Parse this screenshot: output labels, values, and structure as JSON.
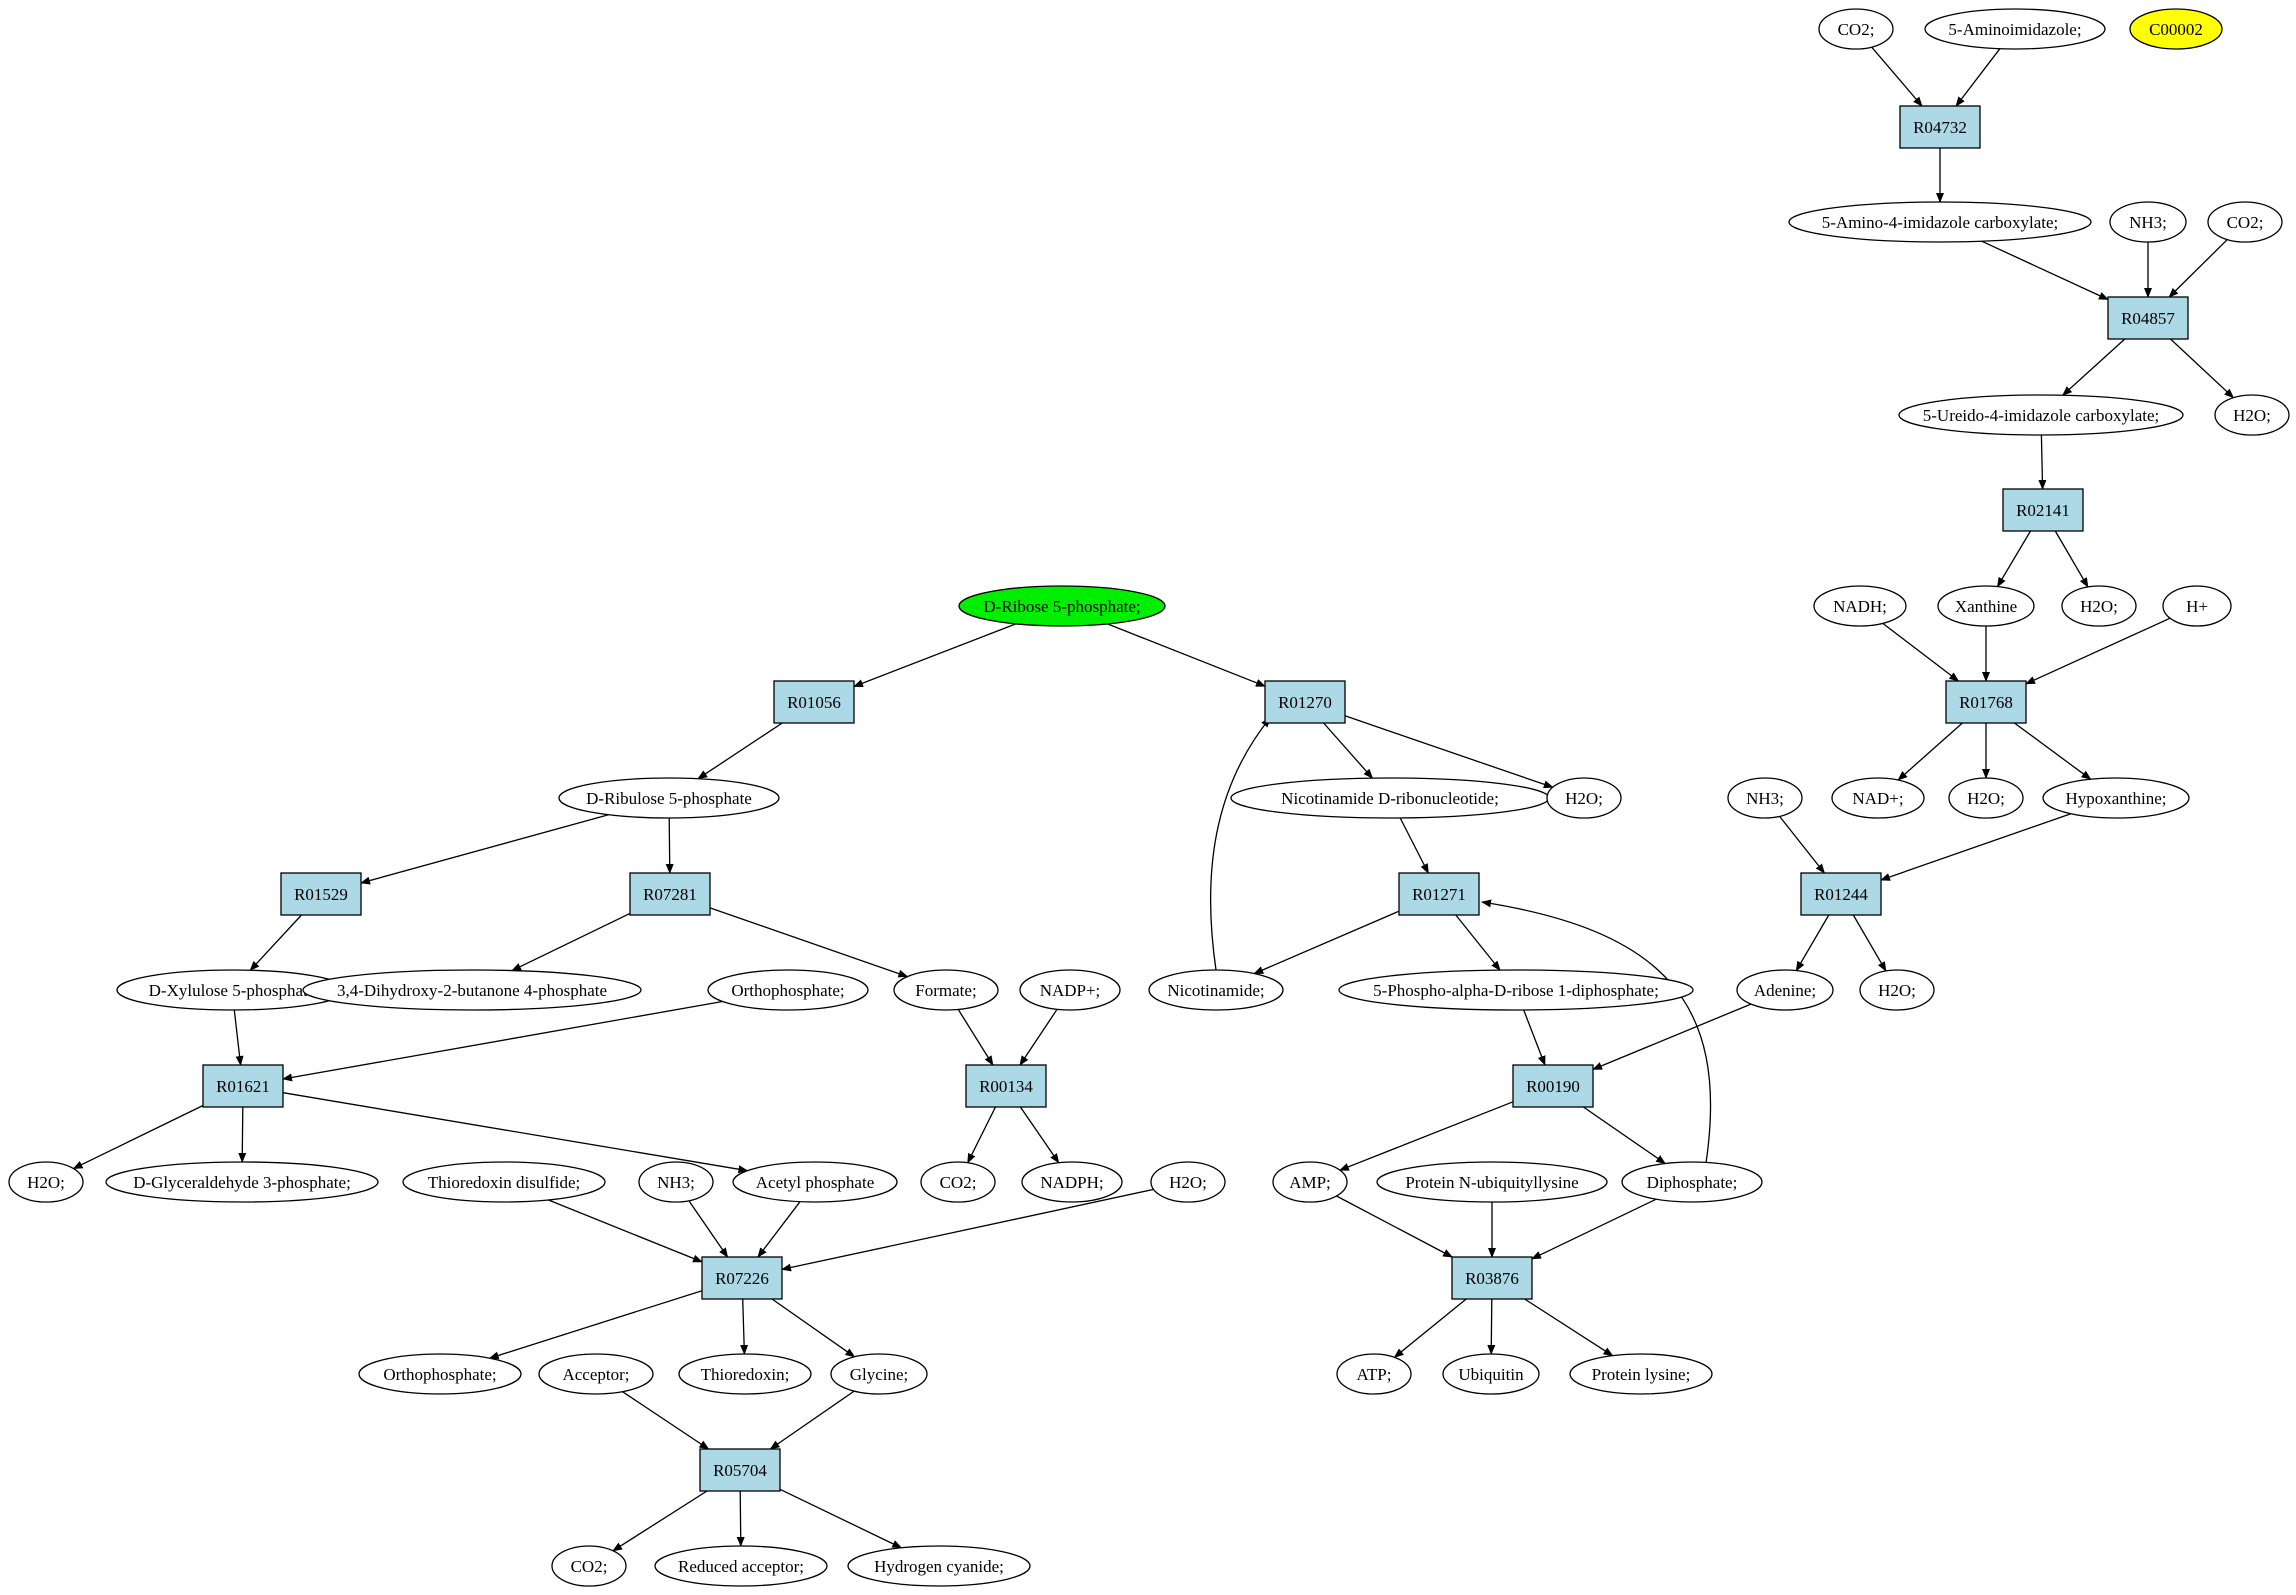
{
  "colors": {
    "reaction_fill": "#add8e6",
    "compound_fill": "#ffffff",
    "source_fill": "#00ee00",
    "target_fill": "#ffff00",
    "stroke": "#000000"
  },
  "nodes": [
    {
      "id": "co2_a",
      "label": "CO2;",
      "kind": "compound"
    },
    {
      "id": "aminoimidazole",
      "label": "5-Aminoimidazole;",
      "kind": "compound"
    },
    {
      "id": "c00002",
      "label": "C00002",
      "kind": "target"
    },
    {
      "id": "r04732",
      "label": "R04732",
      "kind": "reaction"
    },
    {
      "id": "amino_carbox",
      "label": "5-Amino-4-imidazole carboxylate;",
      "kind": "compound"
    },
    {
      "id": "nh3_a",
      "label": "NH3;",
      "kind": "compound"
    },
    {
      "id": "co2_b",
      "label": "CO2;",
      "kind": "compound"
    },
    {
      "id": "r04857",
      "label": "R04857",
      "kind": "reaction"
    },
    {
      "id": "ureido_carbox",
      "label": "5-Ureido-4-imidazole carboxylate;",
      "kind": "compound"
    },
    {
      "id": "h2o_a",
      "label": "H2O;",
      "kind": "compound"
    },
    {
      "id": "r02141",
      "label": "R02141",
      "kind": "reaction"
    },
    {
      "id": "nadh",
      "label": "NADH;",
      "kind": "compound"
    },
    {
      "id": "xanthine",
      "label": "Xanthine",
      "kind": "compound"
    },
    {
      "id": "h2o_b",
      "label": "H2O;",
      "kind": "compound"
    },
    {
      "id": "hplus",
      "label": "H+",
      "kind": "compound"
    },
    {
      "id": "r01768",
      "label": "R01768",
      "kind": "reaction"
    },
    {
      "id": "nadplus",
      "label": "NAD+;",
      "kind": "compound"
    },
    {
      "id": "h2o_c",
      "label": "H2O;",
      "kind": "compound"
    },
    {
      "id": "hypoxanthine",
      "label": "Hypoxanthine;",
      "kind": "compound"
    },
    {
      "id": "nh3_b",
      "label": "NH3;",
      "kind": "compound"
    },
    {
      "id": "r01244",
      "label": "R01244",
      "kind": "reaction"
    },
    {
      "id": "adenine",
      "label": "Adenine;",
      "kind": "compound"
    },
    {
      "id": "h2o_d",
      "label": "H2O;",
      "kind": "compound"
    },
    {
      "id": "ribose5p",
      "label": "D-Ribose 5-phosphate;",
      "kind": "source"
    },
    {
      "id": "r01056",
      "label": "R01056",
      "kind": "reaction"
    },
    {
      "id": "r01270",
      "label": "R01270",
      "kind": "reaction"
    },
    {
      "id": "ribulose5p",
      "label": "D-Ribulose 5-phosphate",
      "kind": "compound"
    },
    {
      "id": "nmn",
      "label": "Nicotinamide D-ribonucleotide;",
      "kind": "compound"
    },
    {
      "id": "h2o_e",
      "label": "H2O;",
      "kind": "compound"
    },
    {
      "id": "r01529",
      "label": "R01529",
      "kind": "reaction"
    },
    {
      "id": "r07281",
      "label": "R07281",
      "kind": "reaction"
    },
    {
      "id": "r01271",
      "label": "R01271",
      "kind": "reaction"
    },
    {
      "id": "xylulose5p",
      "label": "D-Xylulose 5-phosphate",
      "kind": "compound"
    },
    {
      "id": "dhbp",
      "label": "3,4-Dihydroxy-2-butanone 4-phosphate",
      "kind": "compound"
    },
    {
      "id": "orthophosphate_a",
      "label": "Orthophosphate;",
      "kind": "compound"
    },
    {
      "id": "formate",
      "label": "Formate;",
      "kind": "compound"
    },
    {
      "id": "nadpplus",
      "label": "NADP+;",
      "kind": "compound"
    },
    {
      "id": "nicotinamide",
      "label": "Nicotinamide;",
      "kind": "compound"
    },
    {
      "id": "prpp",
      "label": "5-Phospho-alpha-D-ribose 1-diphosphate;",
      "kind": "compound"
    },
    {
      "id": "r01621",
      "label": "R01621",
      "kind": "reaction"
    },
    {
      "id": "r00134",
      "label": "R00134",
      "kind": "reaction"
    },
    {
      "id": "r00190",
      "label": "R00190",
      "kind": "reaction"
    },
    {
      "id": "h2o_f",
      "label": "H2O;",
      "kind": "compound"
    },
    {
      "id": "g3p",
      "label": "D-Glyceraldehyde 3-phosphate;",
      "kind": "compound"
    },
    {
      "id": "thioredoxin_disulfide",
      "label": "Thioredoxin disulfide;",
      "kind": "compound"
    },
    {
      "id": "nh3_c",
      "label": "NH3;",
      "kind": "compound"
    },
    {
      "id": "acetyl_phosphate",
      "label": "Acetyl phosphate",
      "kind": "compound"
    },
    {
      "id": "co2_c",
      "label": "CO2;",
      "kind": "compound"
    },
    {
      "id": "nadph",
      "label": "NADPH;",
      "kind": "compound"
    },
    {
      "id": "h2o_g",
      "label": "H2O;",
      "kind": "compound"
    },
    {
      "id": "amp",
      "label": "AMP;",
      "kind": "compound"
    },
    {
      "id": "protein_ub_lys",
      "label": "Protein N-ubiquityllysine",
      "kind": "compound"
    },
    {
      "id": "diphosphate",
      "label": "Diphosphate;",
      "kind": "compound"
    },
    {
      "id": "r07226",
      "label": "R07226",
      "kind": "reaction"
    },
    {
      "id": "r03876",
      "label": "R03876",
      "kind": "reaction"
    },
    {
      "id": "orthophosphate_b",
      "label": "Orthophosphate;",
      "kind": "compound"
    },
    {
      "id": "acceptor",
      "label": "Acceptor;",
      "kind": "compound"
    },
    {
      "id": "thioredoxin",
      "label": "Thioredoxin;",
      "kind": "compound"
    },
    {
      "id": "glycine",
      "label": "Glycine;",
      "kind": "compound"
    },
    {
      "id": "atp",
      "label": "ATP;",
      "kind": "compound"
    },
    {
      "id": "ubiquitin",
      "label": "Ubiquitin",
      "kind": "compound"
    },
    {
      "id": "protein_lysine",
      "label": "Protein lysine;",
      "kind": "compound"
    },
    {
      "id": "r05704",
      "label": "R05704",
      "kind": "reaction"
    },
    {
      "id": "co2_d",
      "label": "CO2;",
      "kind": "compound"
    },
    {
      "id": "reduced_acceptor",
      "label": "Reduced acceptor;",
      "kind": "compound"
    },
    {
      "id": "hcn",
      "label": "Hydrogen cyanide;",
      "kind": "compound"
    }
  ],
  "edges": [
    [
      "co2_a",
      "r04732"
    ],
    [
      "aminoimidazole",
      "r04732"
    ],
    [
      "r04732",
      "amino_carbox"
    ],
    [
      "amino_carbox",
      "r04857"
    ],
    [
      "nh3_a",
      "r04857"
    ],
    [
      "co2_b",
      "r04857"
    ],
    [
      "r04857",
      "ureido_carbox"
    ],
    [
      "r04857",
      "h2o_a"
    ],
    [
      "ureido_carbox",
      "r02141"
    ],
    [
      "r02141",
      "xanthine"
    ],
    [
      "r02141",
      "h2o_b"
    ],
    [
      "nadh",
      "r01768"
    ],
    [
      "xanthine",
      "r01768"
    ],
    [
      "hplus",
      "r01768"
    ],
    [
      "r01768",
      "nadplus"
    ],
    [
      "r01768",
      "h2o_c"
    ],
    [
      "r01768",
      "hypoxanthine"
    ],
    [
      "nh3_b",
      "r01244"
    ],
    [
      "hypoxanthine",
      "r01244"
    ],
    [
      "r01244",
      "adenine"
    ],
    [
      "r01244",
      "h2o_d"
    ],
    [
      "ribose5p",
      "r01056"
    ],
    [
      "ribose5p",
      "r01270"
    ],
    [
      "r01056",
      "ribulose5p"
    ],
    [
      "r01270",
      "nmn"
    ],
    [
      "r01270",
      "h2o_e"
    ],
    [
      "nicotinamide",
      "r01270"
    ],
    [
      "ribulose5p",
      "r01529"
    ],
    [
      "ribulose5p",
      "r07281"
    ],
    [
      "nmn",
      "r01271"
    ],
    [
      "diphosphate",
      "r01271"
    ],
    [
      "r01529",
      "xylulose5p"
    ],
    [
      "r07281",
      "dhbp"
    ],
    [
      "r07281",
      "formate"
    ],
    [
      "r01271",
      "nicotinamide"
    ],
    [
      "r01271",
      "prpp"
    ],
    [
      "xylulose5p",
      "r01621"
    ],
    [
      "orthophosphate_a",
      "r01621"
    ],
    [
      "formate",
      "r00134"
    ],
    [
      "nadpplus",
      "r00134"
    ],
    [
      "prpp",
      "r00190"
    ],
    [
      "adenine",
      "r00190"
    ],
    [
      "r01621",
      "h2o_f"
    ],
    [
      "r01621",
      "g3p"
    ],
    [
      "r01621",
      "acetyl_phosphate"
    ],
    [
      "r00134",
      "co2_c"
    ],
    [
      "r00134",
      "nadph"
    ],
    [
      "r00190",
      "amp"
    ],
    [
      "r00190",
      "diphosphate"
    ],
    [
      "thioredoxin_disulfide",
      "r07226"
    ],
    [
      "nh3_c",
      "r07226"
    ],
    [
      "acetyl_phosphate",
      "r07226"
    ],
    [
      "h2o_g",
      "r07226"
    ],
    [
      "amp",
      "r03876"
    ],
    [
      "protein_ub_lys",
      "r03876"
    ],
    [
      "diphosphate",
      "r03876"
    ],
    [
      "r07226",
      "orthophosphate_b"
    ],
    [
      "r07226",
      "thioredoxin"
    ],
    [
      "r07226",
      "glycine"
    ],
    [
      "r03876",
      "atp"
    ],
    [
      "r03876",
      "ubiquitin"
    ],
    [
      "r03876",
      "protein_lysine"
    ],
    [
      "acceptor",
      "r05704"
    ],
    [
      "glycine",
      "r05704"
    ],
    [
      "r05704",
      "co2_d"
    ],
    [
      "r05704",
      "reduced_acceptor"
    ],
    [
      "r05704",
      "hcn"
    ]
  ]
}
